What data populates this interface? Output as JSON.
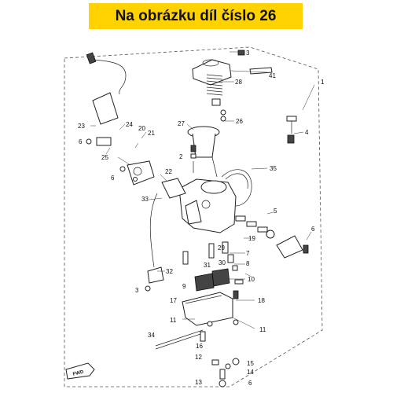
{
  "banner": {
    "text": "Na obrázku díl číslo 26",
    "color": "#ffd200"
  },
  "fwd_label": "FWD",
  "callouts": [
    "1",
    "3",
    "41",
    "28",
    "26",
    "27",
    "2",
    "4",
    "35",
    "5",
    "6",
    "19",
    "8",
    "7",
    "29",
    "30",
    "31",
    "10",
    "9",
    "32",
    "3",
    "17",
    "18",
    "11",
    "34",
    "16",
    "12",
    "15",
    "14",
    "13",
    "6",
    "33",
    "22",
    "6",
    "25",
    "6",
    "23",
    "24",
    "20",
    "21",
    "11"
  ]
}
